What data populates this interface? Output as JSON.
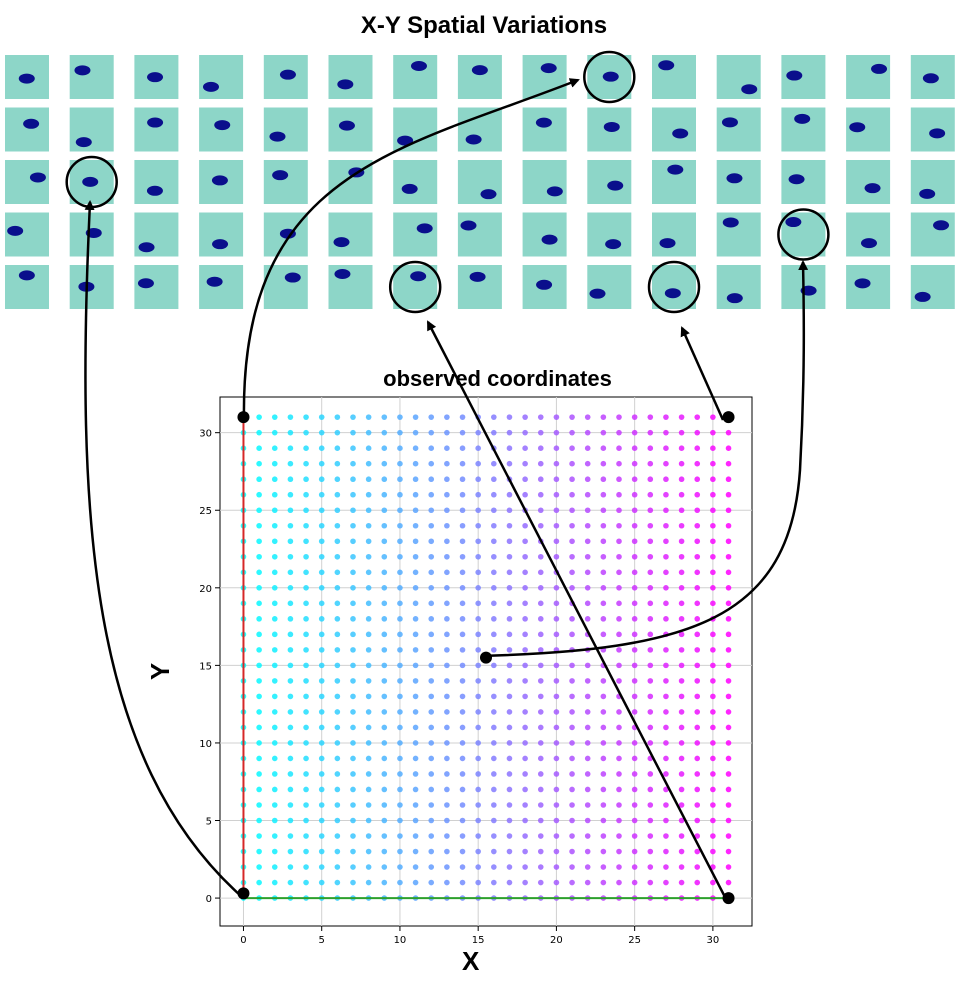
{
  "figure": {
    "top_title": "X-Y Spatial Variations",
    "plot_title": "observed coordinates",
    "xlabel": "X",
    "ylabel": "Y"
  },
  "thumbnails": {
    "rows": 5,
    "cols": 15,
    "tile_color": "#8dd6c8",
    "blob_color": "#0a0f8c",
    "highlighted": [
      {
        "row": 0,
        "col": 9
      },
      {
        "row": 2,
        "col": 1
      },
      {
        "row": 3,
        "col": 12
      },
      {
        "row": 4,
        "col": 6
      },
      {
        "row": 4,
        "col": 10
      }
    ]
  },
  "chart_data": {
    "type": "scatter",
    "title": "observed coordinates",
    "xlabel": "X",
    "ylabel": "Y",
    "grid": true,
    "x_range": [
      0,
      31
    ],
    "y_range": [
      0,
      31
    ],
    "step": 1,
    "xlim": [
      -1.5,
      32.5
    ],
    "ylim": [
      -1.8,
      32.3
    ],
    "xticks": [
      0,
      5,
      10,
      15,
      20,
      25,
      30
    ],
    "yticks": [
      0,
      5,
      10,
      15,
      20,
      25,
      30
    ],
    "color_start": "#00ffff",
    "color_end": "#ff00ff",
    "left_axis_line_color": "#d62728",
    "bottom_axis_line_color": "#2ca02c",
    "marked_points": [
      {
        "x": 0,
        "y": 31
      },
      {
        "x": 31,
        "y": 31
      },
      {
        "x": 15.5,
        "y": 15.5
      },
      {
        "x": 0,
        "y": 0.3
      },
      {
        "x": 31,
        "y": 0
      }
    ]
  }
}
